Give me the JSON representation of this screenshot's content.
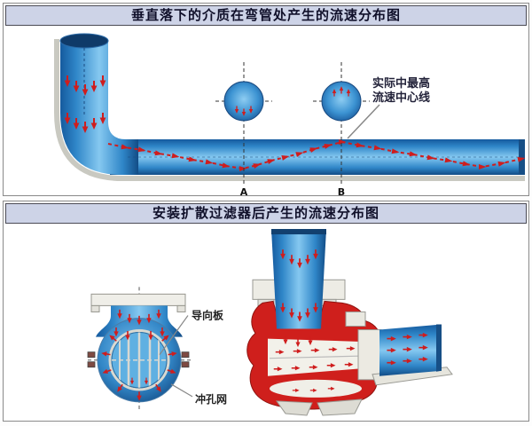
{
  "panel1": {
    "title": "垂直落下的介质在弯管处产生的流速分布图",
    "annotation_line1": "实际中最高",
    "annotation_line2": "流速中心线",
    "section_label_a": "A",
    "section_label_b": "B"
  },
  "panel2": {
    "title": "安装扩散过滤器后产生的流速分布图",
    "label_guide_plate": "导向板",
    "label_punched_mesh": "冲孔网"
  },
  "colors": {
    "pipe_blue": "#2f86c8",
    "pipe_blue_dark": "#155a9e",
    "pipe_blue_light": "#85c8f0",
    "arrow_red": "#cf1d1d",
    "cut_body_red": "#cf1f1c",
    "titlebar_bg": "#cdd3e7",
    "titlebar_border": "#4b4b55",
    "panel_border": "#8a8a8a",
    "casing_gray": "#c9c9c1"
  }
}
